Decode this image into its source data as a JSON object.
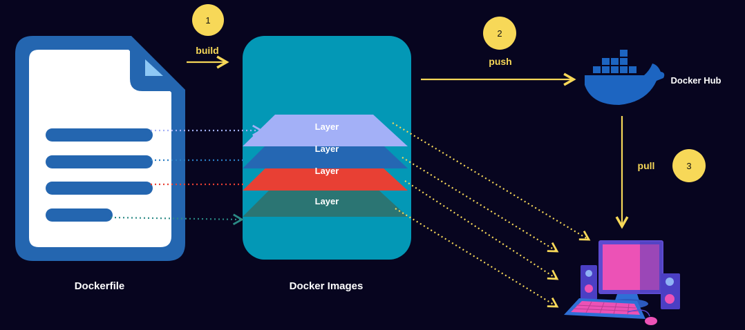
{
  "steps": [
    {
      "number": "1",
      "label": "build"
    },
    {
      "number": "2",
      "label": "push"
    },
    {
      "number": "3",
      "label": "pull"
    }
  ],
  "nodes": {
    "dockerfile": "Dockerfile",
    "docker_images": "Docker Images",
    "docker_hub": "Docker Hub"
  },
  "layers": [
    {
      "label": "Layer",
      "color": "#a3b0f7"
    },
    {
      "label": "Layer",
      "color": "#2567b3"
    },
    {
      "label": "Layer",
      "color": "#e84034"
    },
    {
      "label": "Layer",
      "color": "#2b7573"
    }
  ],
  "colors": {
    "background": "#07051f",
    "accent": "#f7d858",
    "document": "#2466b0",
    "image_box": "#0398b6",
    "whale": "#1d65c1",
    "computer": "#ec52b6"
  },
  "icons": [
    "document-icon",
    "docker-whale-icon",
    "computer-icon"
  ]
}
